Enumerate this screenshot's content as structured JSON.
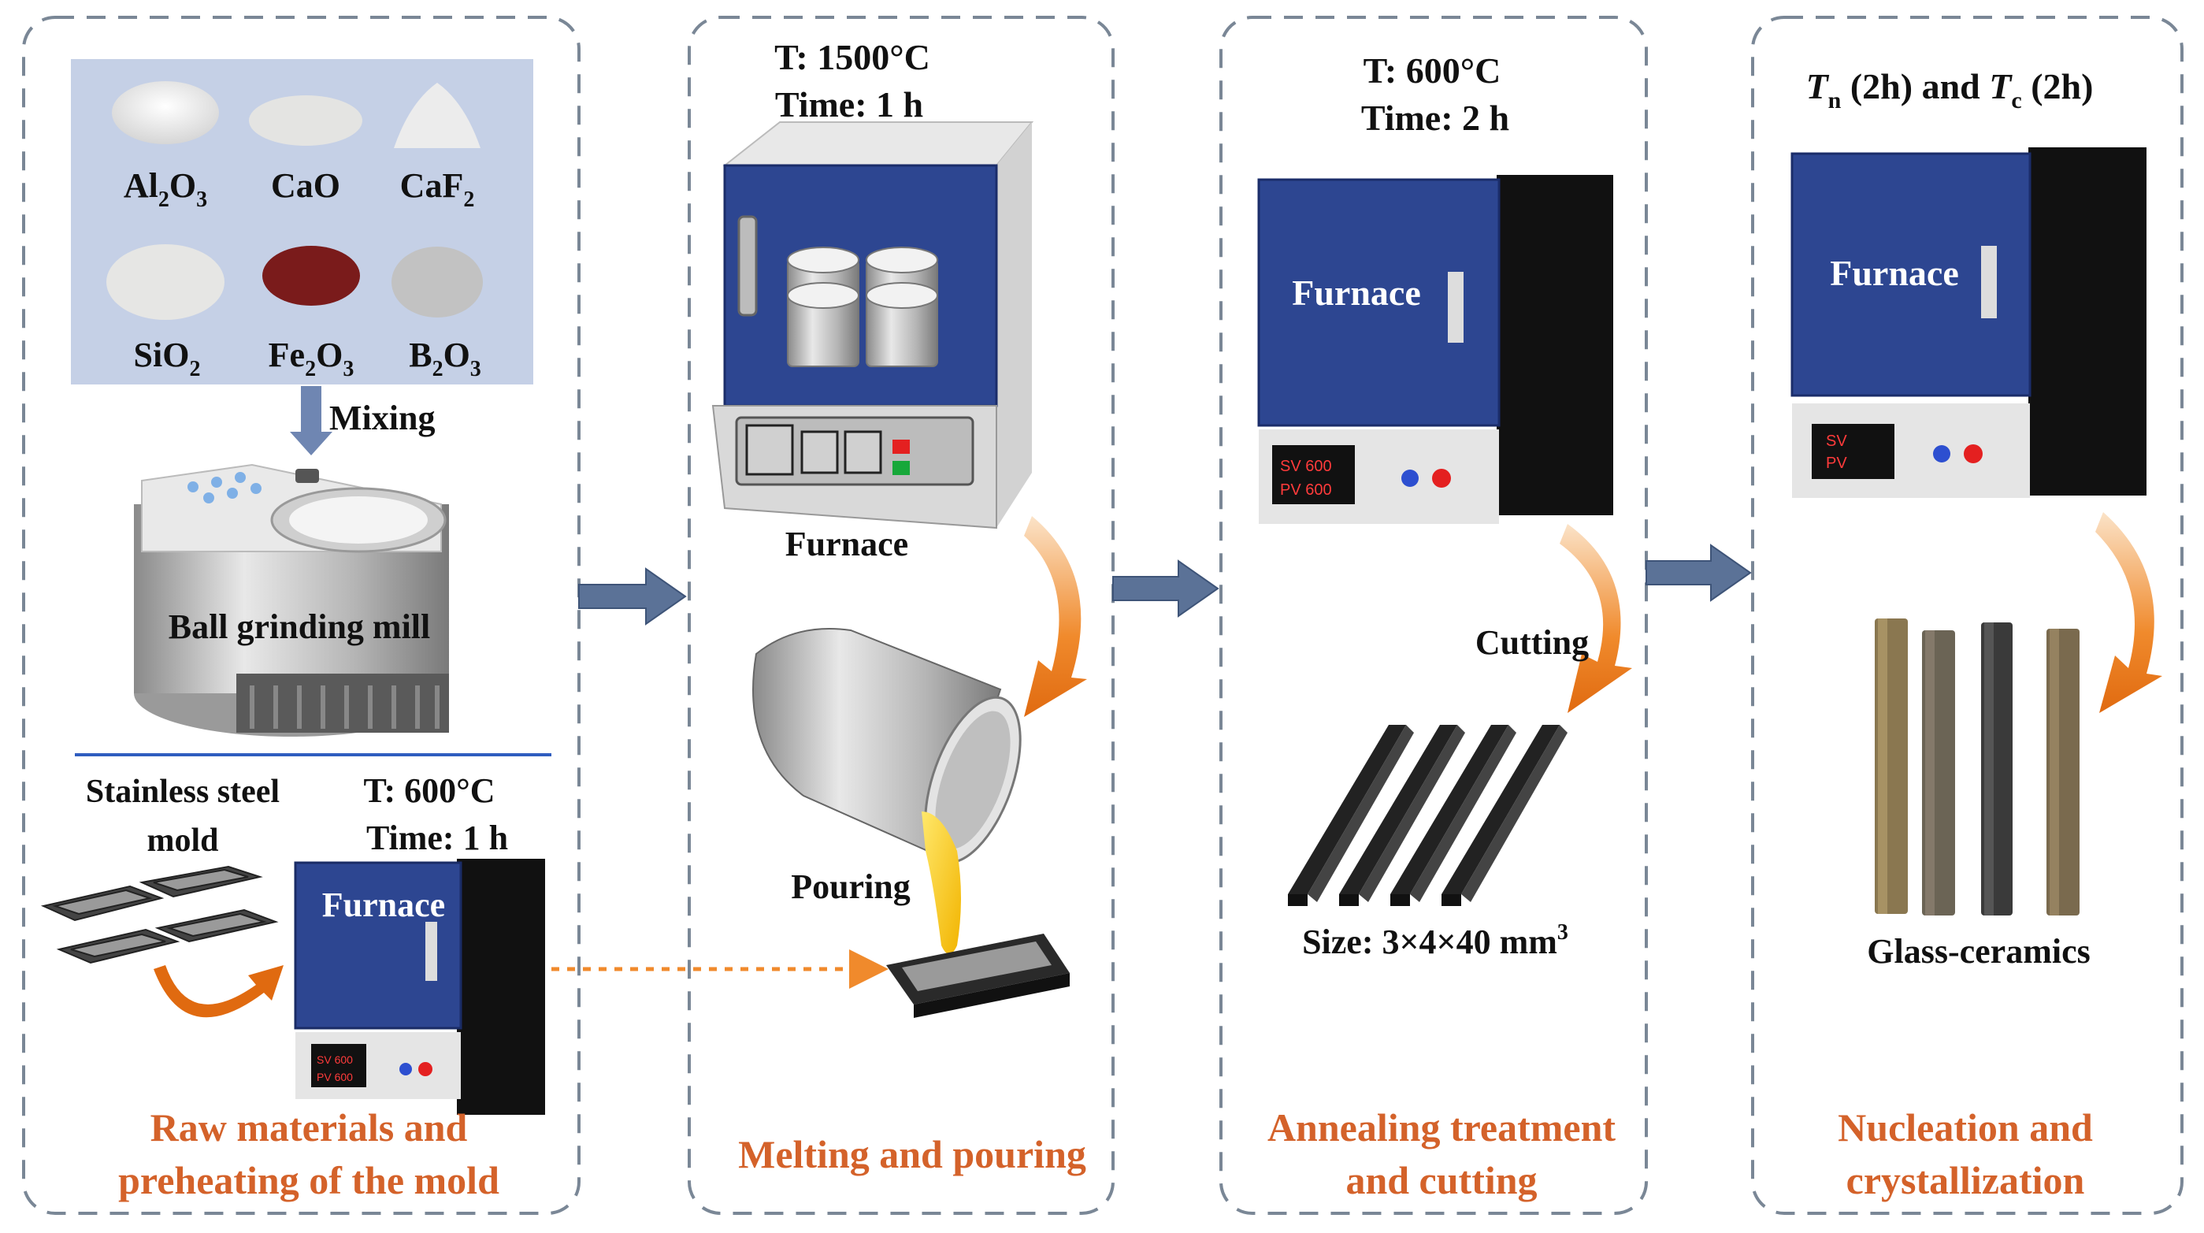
{
  "panels": [
    {
      "caption_line1": "Raw materials and",
      "caption_line2": "preheating of the mold",
      "materials": [
        {
          "base": "Al",
          "s1": "2",
          "mid": "O",
          "s2": "3"
        },
        {
          "base": "CaO",
          "s1": "",
          "mid": "",
          "s2": ""
        },
        {
          "base": "CaF",
          "s1": "2",
          "mid": "",
          "s2": ""
        },
        {
          "base": "SiO",
          "s1": "2",
          "mid": "",
          "s2": ""
        },
        {
          "base": "Fe",
          "s1": "2",
          "mid": "O",
          "s2": "3"
        },
        {
          "base": "B",
          "s1": "2",
          "mid": "O",
          "s2": "3"
        }
      ],
      "mixing_label": "Mixing",
      "mill_label": "Ball grinding mill",
      "mold_label_line1": "Stainless steel",
      "mold_label_line2": "mold",
      "temp": "T: 600°C",
      "time": "Time: 1 h",
      "furnace_label": "Furnace",
      "display": {
        "sv": "SV  600",
        "pv": "PV  600"
      }
    },
    {
      "caption": "Melting and pouring",
      "temp": "T: 1500°C",
      "time": "Time: 1 h",
      "furnace_label": "Furnace",
      "pouring_label": "Pouring"
    },
    {
      "caption_line1": "Annealing treatment",
      "caption_line2": "and cutting",
      "temp": "T: 600°C",
      "time": "Time: 2 h",
      "furnace_label": "Furnace",
      "display": {
        "sv": "SV  600",
        "pv": "PV  600"
      },
      "cutting_label": "Cutting",
      "size_label": "Size: 3×4×40 mm",
      "size_sup": "3"
    },
    {
      "caption_line1": "Nucleation and",
      "caption_line2": "crystallization",
      "tn": "T",
      "tn_sub": "n",
      "tn_rest": " (2h) and ",
      "tc": "T",
      "tc_sub": "c",
      "tc_rest": " (2h)",
      "furnace_label": "Furnace",
      "display": {
        "sv": "SV",
        "pv": "PV"
      },
      "product_label": "Glass-ceramics"
    }
  ],
  "colors": {
    "furnace_blue": "#2d4691",
    "caption_orange": "#d4622a",
    "arrow_blue": "#5b7297",
    "panel_border": "#7a8796",
    "powder_bg": "#c5d0e6"
  }
}
